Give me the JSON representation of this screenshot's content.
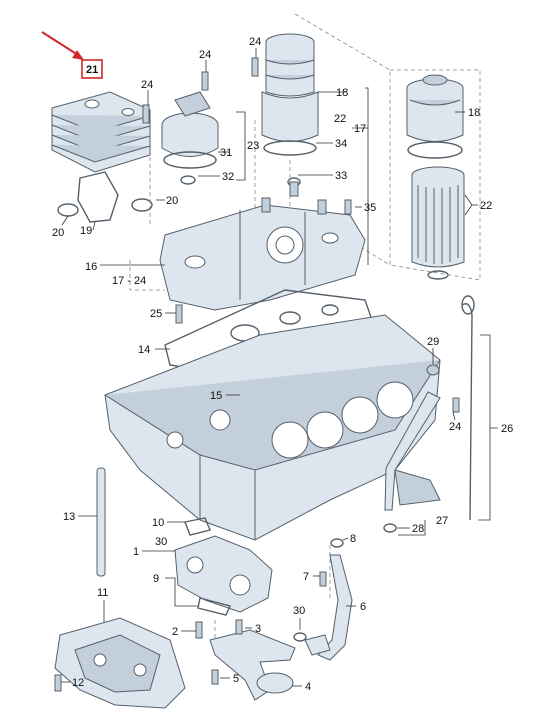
{
  "callout": {
    "label": "21",
    "color": "#d0282a"
  },
  "labels": {
    "l24a": "24",
    "l24b": "24",
    "l24c": "24",
    "l24d": "24",
    "l18a": "18",
    "l18b": "18",
    "l22a": "22",
    "l22b": "22",
    "l17": "17",
    "l31": "31",
    "l23": "23",
    "l32": "32",
    "l34": "34",
    "l33": "33",
    "l35": "35",
    "l20a": "20",
    "l20b": "20",
    "l19": "19",
    "l16": "16",
    "l17_24": "17 - 24",
    "l25": "25",
    "l14": "14",
    "l15": "15",
    "l29": "29",
    "l26": "26",
    "l13": "13",
    "l10": "10",
    "l30a": "30",
    "l1": "1",
    "l9": "9",
    "l8": "8",
    "l7": "7",
    "l6": "6",
    "l30b": "30",
    "l27": "27",
    "l28": "28",
    "l11": "11",
    "l2": "2",
    "l3": "3",
    "l5": "5",
    "l4": "4",
    "l12": "12"
  }
}
